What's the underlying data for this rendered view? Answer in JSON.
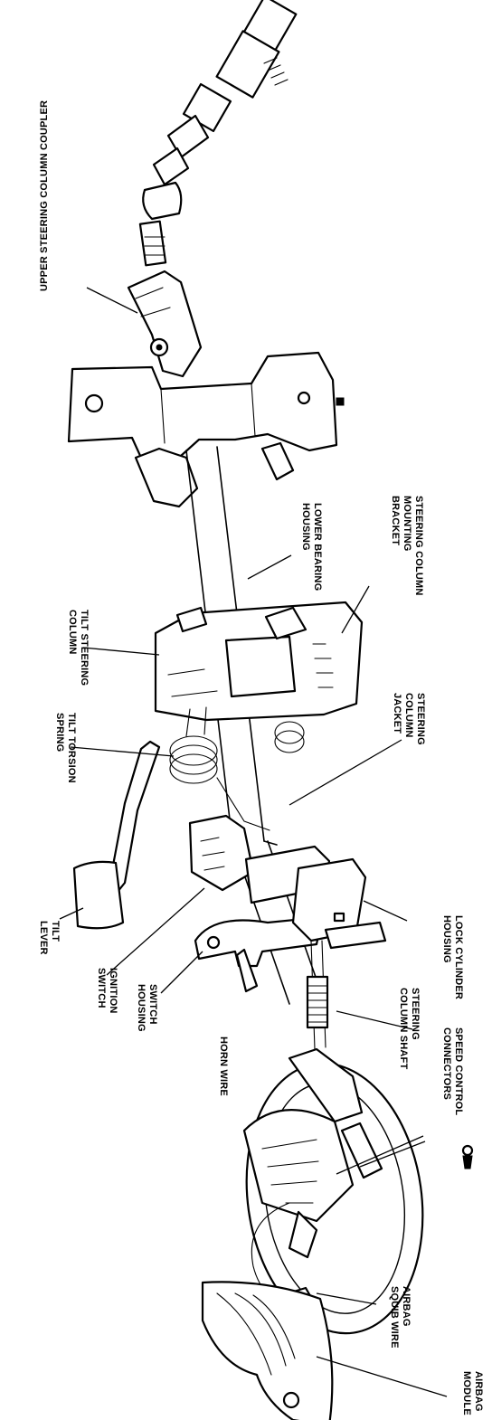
{
  "labels": {
    "intermediate_shaft": "UPPER STEERING COLUMN COUPLER",
    "mounting_bracket": [
      "STEERING COLUMN",
      "MOUNTING",
      "BRACKET"
    ],
    "lower_bearing": [
      "LOWER BEARING",
      "HOUSING"
    ],
    "tilt_column": [
      "TILT STEERING",
      "COLUMN"
    ],
    "jacket": [
      "STEERING",
      "COLUMN",
      "JACKET"
    ],
    "tilt_spring": [
      "TILT TORSION",
      "SPRING"
    ],
    "tilt_lever": [
      "TILT",
      "LEVER"
    ],
    "ignition_switch": [
      "IGNITION",
      "SWITCH"
    ],
    "switch_housing": [
      "SWITCH",
      "HOUSING"
    ],
    "lock_cylinder": [
      "LOCK CYLINDER",
      "HOUSING"
    ],
    "column_shaft": [
      "STEERING",
      "COLUMN SHAFT"
    ],
    "speed_control": [
      "SPEED CONTROL",
      "CONNECTORS"
    ],
    "horn_wire": "HORN WIRE",
    "squib_wire": [
      "AIRBAG",
      "SQUIB WIRE"
    ],
    "airbag_module": [
      "AIRBAG",
      "MODULE"
    ]
  }
}
